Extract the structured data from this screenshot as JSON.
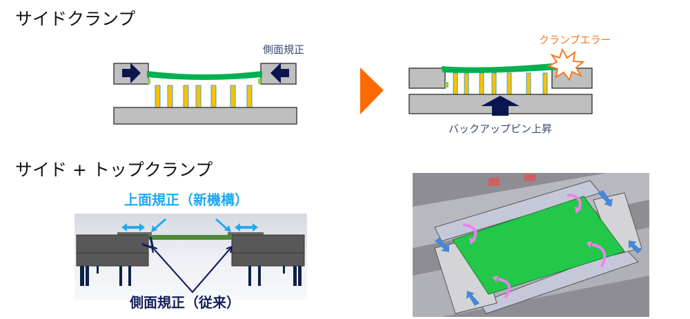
{
  "section1": {
    "title": "サイドクランプ",
    "side_label": "側面規正",
    "error_label": "クランプエラー",
    "pin_label": "バックアップピン上昇"
  },
  "section2": {
    "title": "サイド + トップクランプ",
    "top_label": "上面規正（新機構）",
    "side_label": "側面規正（従来）"
  },
  "colors": {
    "board": "#00b050",
    "pin": "#ffc000",
    "navy": "#0b1650",
    "orange": "#ff6a00",
    "cyan": "#1eaaf1",
    "pink": "#ee82ee",
    "blue": "#4a86d8"
  }
}
